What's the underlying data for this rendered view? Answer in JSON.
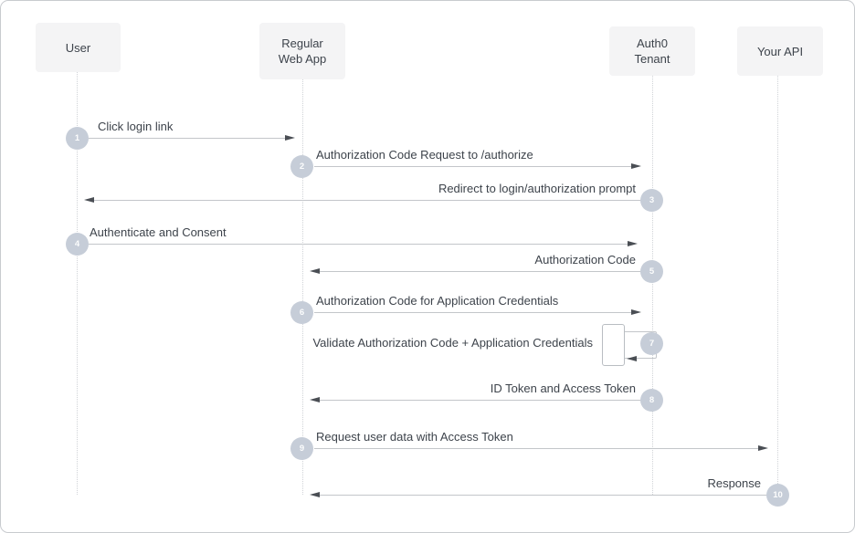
{
  "diagram": {
    "type": "sequence",
    "actors": [
      {
        "id": "user",
        "label": "User"
      },
      {
        "id": "rwa",
        "label": "Regular Web App"
      },
      {
        "id": "auth0",
        "label": "Auth0 Tenant"
      },
      {
        "id": "api",
        "label": "Your API"
      }
    ],
    "messages": [
      {
        "step": "1",
        "label": "Click login link",
        "from": "User",
        "to": "Regular Web App",
        "direction": "right"
      },
      {
        "step": "2",
        "label": "Authorization Code Request to /authorize",
        "from": "Regular Web App",
        "to": "Auth0 Tenant",
        "direction": "right"
      },
      {
        "step": "3",
        "label": "Redirect to login/authorization prompt",
        "from": "Auth0 Tenant",
        "to": "User",
        "direction": "left"
      },
      {
        "step": "4",
        "label": "Authenticate and Consent",
        "from": "User",
        "to": "Auth0 Tenant",
        "direction": "right"
      },
      {
        "step": "5",
        "label": "Authorization Code",
        "from": "Auth0 Tenant",
        "to": "Regular Web App",
        "direction": "left"
      },
      {
        "step": "6",
        "label": "Authorization Code for Application Credentials",
        "from": "Regular Web App",
        "to": "Auth0 Tenant",
        "direction": "right"
      },
      {
        "step": "7",
        "label": "Validate Authorization Code + Application Credentials",
        "from": "Auth0 Tenant",
        "to": "Auth0 Tenant",
        "direction": "self"
      },
      {
        "step": "8",
        "label": "ID Token and Access Token",
        "from": "Auth0 Tenant",
        "to": "Regular Web App",
        "direction": "left"
      },
      {
        "step": "9",
        "label": "Request user data with Access Token",
        "from": "Regular Web App",
        "to": "Your API",
        "direction": "right"
      },
      {
        "step": "10",
        "label": "Response",
        "from": "Your API",
        "to": "Regular Web App",
        "direction": "left"
      }
    ],
    "colors": {
      "actor_box": "#f4f4f5",
      "badge": "#c6cdd8",
      "line": "#c3c6ca",
      "arrowhead": "#4a4e54",
      "text": "#3d434b",
      "lifeline": "#d0d3d7",
      "card_border": "#c8cbcf"
    }
  }
}
